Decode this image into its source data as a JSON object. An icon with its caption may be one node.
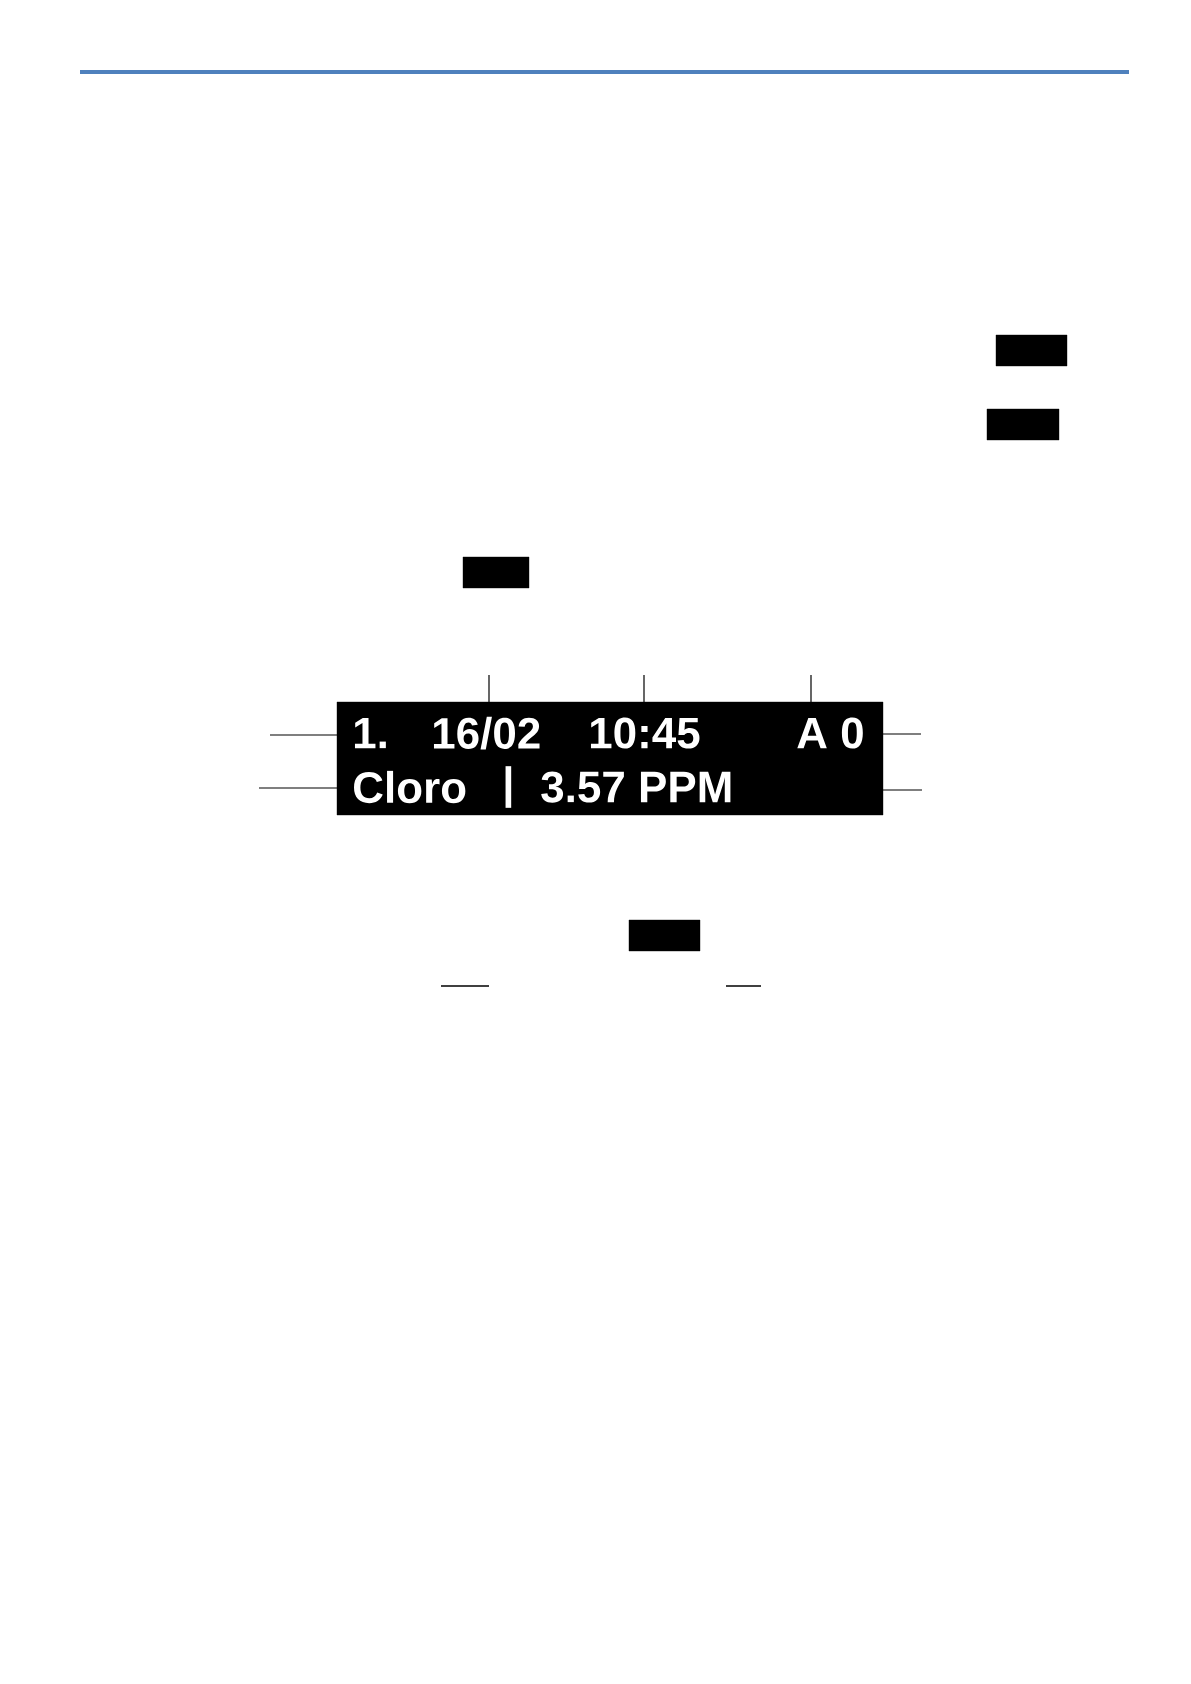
{
  "diagram": {
    "nodes": [
      {
        "text": [],
        "shape": "box"
      },
      {
        "text": [],
        "shape": "box"
      },
      {
        "text": [],
        "shape": "box"
      },
      {
        "text": [],
        "shape": "box"
      },
      {
        "text": [
          "1."
        ],
        "in": 3
      },
      {
        "text": [
          "16/02"
        ],
        "in": 3
      },
      {
        "text": [
          "10:45"
        ],
        "in": 3
      },
      {
        "text": [
          "A 0"
        ],
        "in": 3
      },
      {
        "text": [
          "Cloro"
        ],
        "in": 3
      },
      {
        "text": [
          "|"
        ],
        "in": 3
      },
      {
        "text": [
          "3.57 PPM"
        ],
        "in": 3
      },
      {
        "text": [],
        "shape": "box"
      }
    ],
    "edges": [
      {
        "from": null,
        "to": 5,
        "arrow": "none"
      },
      {
        "from": null,
        "to": 6,
        "arrow": "none"
      },
      {
        "from": null,
        "to": 7,
        "arrow": "none"
      },
      {
        "from": null,
        "to": 4,
        "arrow": "none"
      },
      {
        "from": null,
        "to": 8,
        "arrow": "none"
      },
      {
        "from": null,
        "to": 7,
        "arrow": "none"
      },
      {
        "from": null,
        "to": 10,
        "arrow": "none"
      }
    ]
  }
}
